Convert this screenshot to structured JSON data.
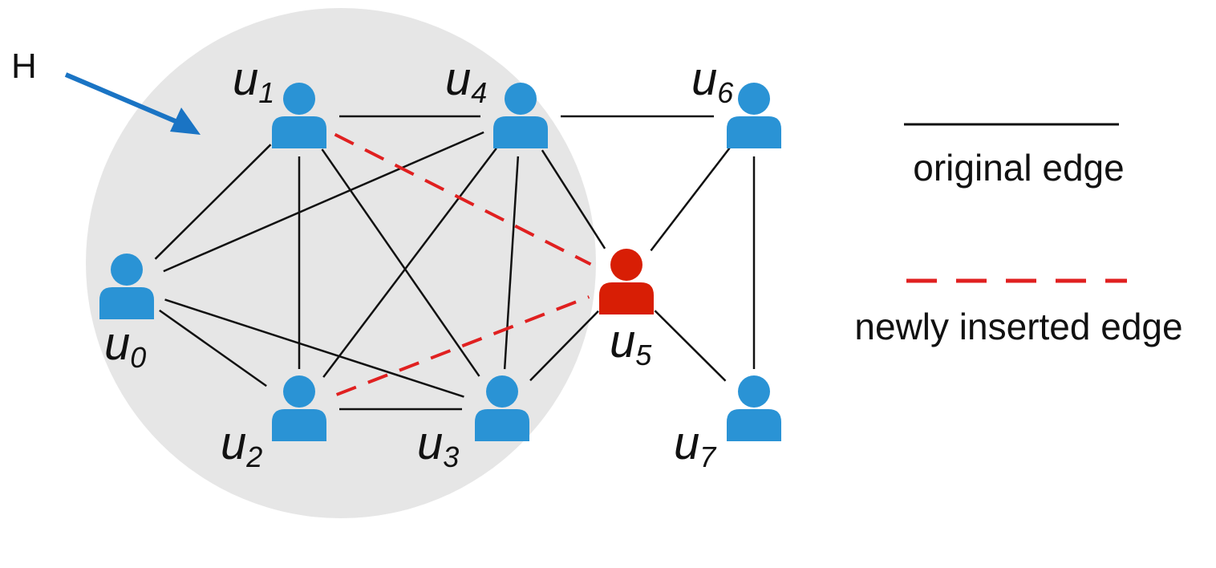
{
  "subgraph_label": "H",
  "nodes": [
    {
      "id": "u0",
      "base": "u",
      "sub": "0",
      "highlight": false
    },
    {
      "id": "u1",
      "base": "u",
      "sub": "1",
      "highlight": false
    },
    {
      "id": "u2",
      "base": "u",
      "sub": "2",
      "highlight": false
    },
    {
      "id": "u3",
      "base": "u",
      "sub": "3",
      "highlight": false
    },
    {
      "id": "u4",
      "base": "u",
      "sub": "4",
      "highlight": false
    },
    {
      "id": "u5",
      "base": "u",
      "sub": "5",
      "highlight": true
    },
    {
      "id": "u6",
      "base": "u",
      "sub": "6",
      "highlight": false
    },
    {
      "id": "u7",
      "base": "u",
      "sub": "7",
      "highlight": false
    }
  ],
  "edges": {
    "original": [
      [
        "u1",
        "u4"
      ],
      [
        "u4",
        "u6"
      ],
      [
        "u0",
        "u1"
      ],
      [
        "u0",
        "u4"
      ],
      [
        "u0",
        "u2"
      ],
      [
        "u0",
        "u3"
      ],
      [
        "u1",
        "u2"
      ],
      [
        "u1",
        "u3"
      ],
      [
        "u4",
        "u2"
      ],
      [
        "u4",
        "u3"
      ],
      [
        "u4",
        "u5"
      ],
      [
        "u2",
        "u3"
      ],
      [
        "u3",
        "u5"
      ],
      [
        "u5",
        "u6"
      ],
      [
        "u5",
        "u7"
      ],
      [
        "u6",
        "u7"
      ]
    ],
    "inserted": [
      [
        "u1",
        "u5"
      ],
      [
        "u2",
        "u5"
      ]
    ]
  },
  "legend": {
    "original_label": "original edge",
    "inserted_label": "newly inserted edge"
  },
  "colors": {
    "node": "#2a93d5",
    "highlight_node": "#d81e05",
    "arrow": "#1a74c4",
    "original_edge": "#111111",
    "inserted_edge": "#e02020",
    "subgraph_fill": "#e6e6e6"
  }
}
